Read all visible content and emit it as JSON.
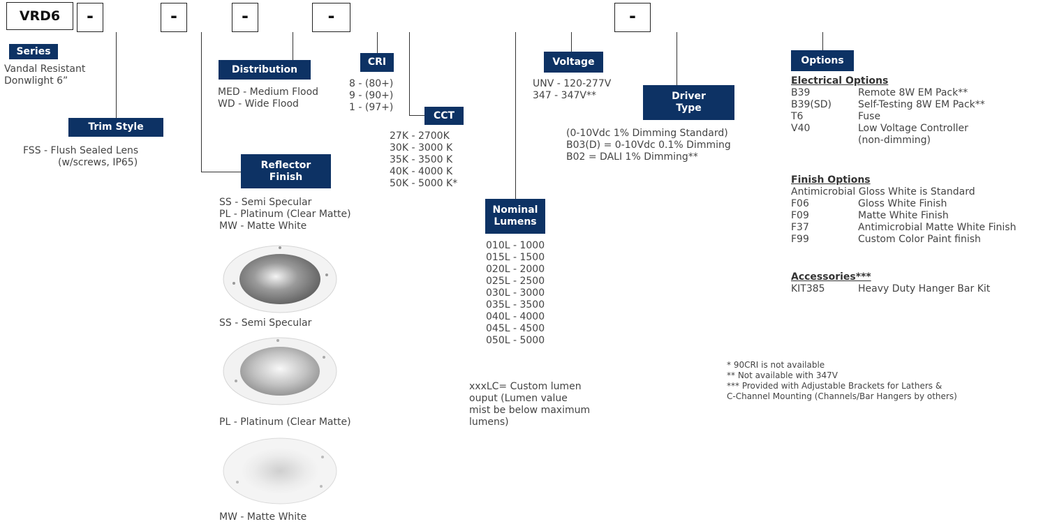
{
  "code_box": {
    "label": "VRD6"
  },
  "dash": "-",
  "series": {
    "label": "Series",
    "lines": [
      "Vandal Resistant",
      "Donwlight 6”"
    ]
  },
  "trim_style": {
    "label": "Trim Style",
    "lines": [
      "FSS - Flush Sealed Lens",
      "(w/screws, IP65)"
    ]
  },
  "distribution": {
    "label": "Distribution",
    "lines": [
      "MED - Medium Flood",
      "WD - Wide Flood"
    ]
  },
  "reflector_finish": {
    "label": "Reflector\nFinish",
    "lines": [
      "SS - Semi Specular",
      "PL - Platinum (Clear Matte)",
      "MW - Matte White"
    ],
    "images": [
      {
        "caption": "SS - Semi Specular",
        "icon": "reflector-semi-specular-image"
      },
      {
        "caption": "PL - Platinum (Clear Matte)",
        "icon": "reflector-platinum-image"
      },
      {
        "caption": "MW - Matte White",
        "icon": "reflector-matte-white-image"
      }
    ]
  },
  "cri": {
    "label": "CRI",
    "lines": [
      "8 - (80+)",
      "9 - (90+)",
      "1 - (97+)"
    ]
  },
  "cct": {
    "label": "CCT",
    "lines": [
      "27K - 2700K",
      "30K - 3000 K",
      "35K - 3500 K",
      "40K - 4000 K",
      "50K - 5000 K*"
    ]
  },
  "nominal_lumens": {
    "label": "Nominal\nLumens",
    "lines": [
      "010L - 1000",
      "015L - 1500",
      "020L - 2000",
      "025L - 2500",
      "030L - 3000",
      "035L - 3500",
      "040L - 4000",
      "045L - 4500",
      "050L - 5000"
    ],
    "note": [
      "xxxLC= Custom lumen",
      "ouput (Lumen value",
      "mist be below maximum",
      "lumens)"
    ]
  },
  "voltage": {
    "label": "Voltage",
    "lines": [
      "UNV - 120-277V",
      "347 - 347V**"
    ]
  },
  "driver_type": {
    "label": "Driver\nType",
    "lines": [
      "(0-10Vdc 1% Dimming Standard)",
      "B03(D) = 0-10Vdc 0.1% Dimming",
      "B02 = DALI 1% Dimming**"
    ]
  },
  "options": {
    "label": "Options",
    "electrical": {
      "title": "Electrical Options",
      "rows": [
        {
          "code": "B39",
          "desc": "Remote 8W EM Pack**"
        },
        {
          "code": "B39(SD)",
          "desc": "Self-Testing 8W EM Pack**"
        },
        {
          "code": "T6",
          "desc": "Fuse"
        },
        {
          "code": "V40",
          "desc": "Low Voltage Controller"
        },
        {
          "code": "",
          "desc": "(non-dimming)"
        }
      ]
    },
    "finish": {
      "title": "Finish Options",
      "standard": "Antimicrobial Gloss White is Standard",
      "rows": [
        {
          "code": "F06",
          "desc": "Gloss White Finish"
        },
        {
          "code": "F09",
          "desc": "Matte White Finish"
        },
        {
          "code": "F37",
          "desc": "Antimicrobial Matte White Finish"
        },
        {
          "code": "F99",
          "desc": "Custom Color Paint finish"
        }
      ]
    },
    "accessories": {
      "title": "Accessories***",
      "rows": [
        {
          "code": "KIT385",
          "desc": "Heavy Duty Hanger Bar Kit"
        }
      ]
    }
  },
  "footnotes": [
    "* 90CRI is not available",
    "** Not available with 347V",
    "*** Provided with Adjustable Brackets for Lathers &",
    "C-Channel Mounting (Channels/Bar Hangers by others)"
  ],
  "colors": {
    "label_bg": "#0d3264",
    "label_text": "#ffffff"
  }
}
